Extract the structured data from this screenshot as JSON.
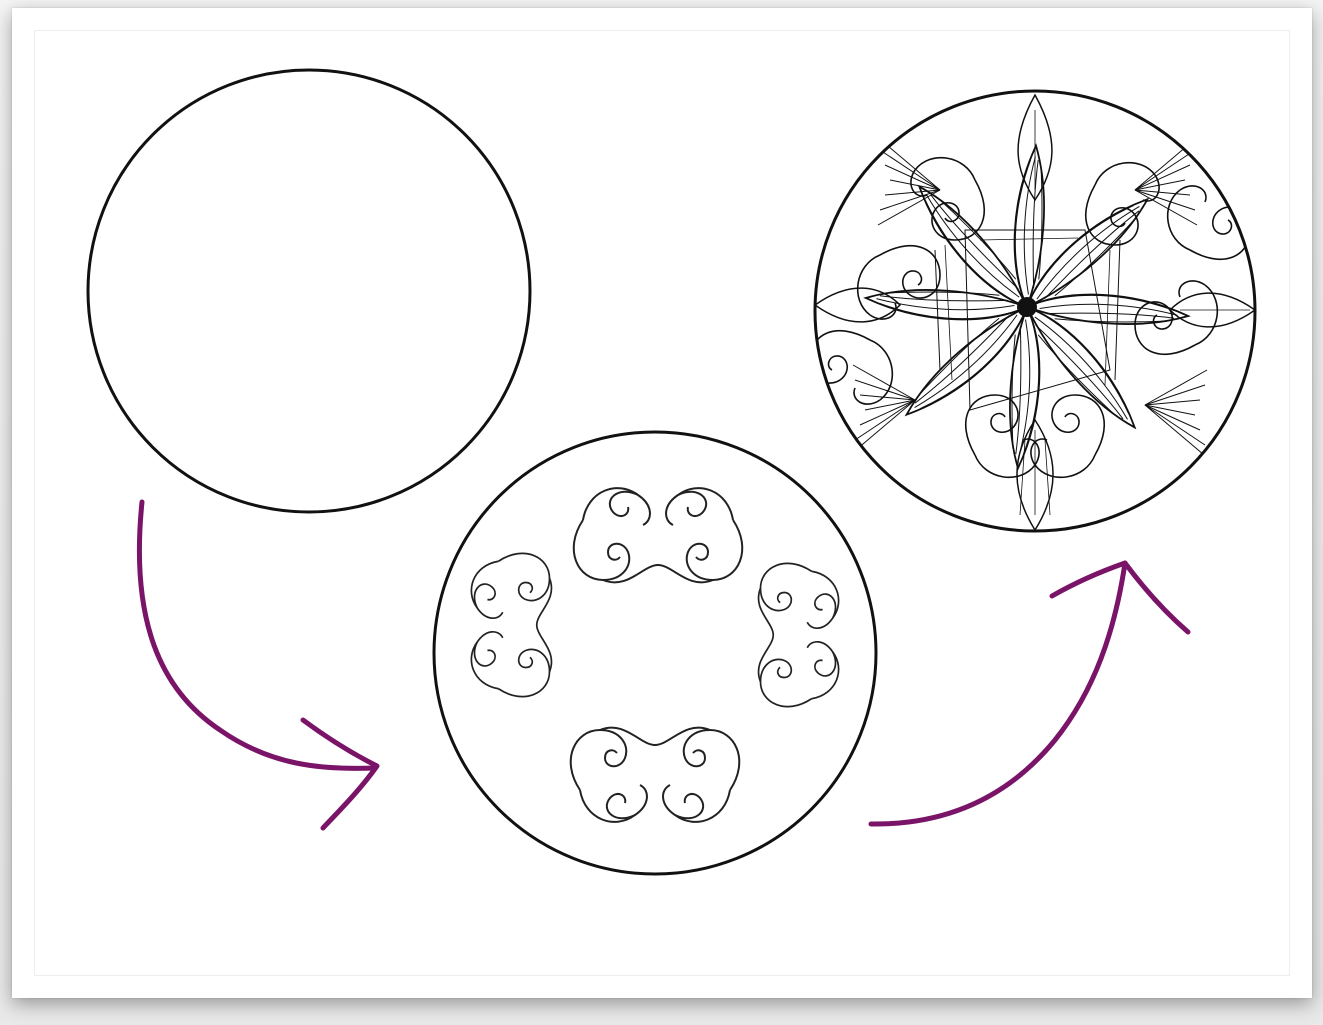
{
  "diagram": {
    "steps": [
      {
        "id": "step-1",
        "description_visible": false
      },
      {
        "id": "step-2",
        "description_visible": false
      },
      {
        "id": "step-3",
        "description_visible": false
      }
    ],
    "colors": {
      "outline": "#111111",
      "arrow": "#7a1468",
      "background": "#ffffff"
    },
    "icons": {
      "arrow_1": "curved-arrow-right",
      "arrow_2": "curved-arrow-up-right"
    }
  }
}
